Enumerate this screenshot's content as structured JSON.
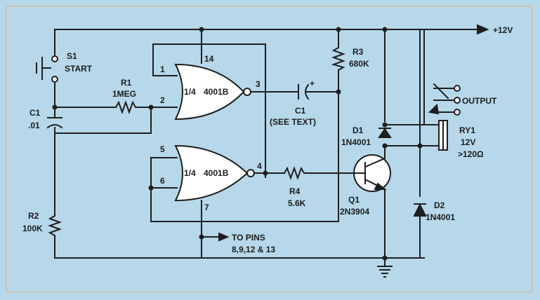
{
  "supply": {
    "label": "+12V"
  },
  "switch": {
    "ref": "S1",
    "name": "START"
  },
  "r1": {
    "ref": "R1",
    "value": "1MEG"
  },
  "c1_timing": {
    "ref": "C1",
    "value": ".01"
  },
  "r2": {
    "ref": "R2",
    "value": "100K"
  },
  "gate_a": {
    "fraction": "1/4",
    "part": "4001B",
    "pin_in1": "1",
    "pin_in2": "2",
    "pin_vdd": "14",
    "pin_out": "3"
  },
  "gate_b": {
    "fraction": "1/4",
    "part": "4001B",
    "pin_in1": "5",
    "pin_in2": "6",
    "pin_vss": "7",
    "pin_out": "4"
  },
  "c1_coupling": {
    "ref": "C1",
    "note": "(SEE TEXT)",
    "polarity": "+"
  },
  "r3": {
    "ref": "R3",
    "value": "680K"
  },
  "r4": {
    "ref": "R4",
    "value": "5.6K"
  },
  "q1": {
    "ref": "Q1",
    "part": "2N3904"
  },
  "d1": {
    "ref": "D1",
    "part": "1N4001"
  },
  "d2": {
    "ref": "D2",
    "part": "1N4001"
  },
  "relay": {
    "ref": "RY1",
    "voltage": "12V",
    "resistance": ">120Ω"
  },
  "output": {
    "label": "OUTPUT"
  },
  "pins_note": {
    "line1": "TO PINS",
    "line2": "8,9,12 & 13"
  },
  "colors": {
    "background": "#b7d8ea",
    "ink": "#1e1e1e"
  }
}
